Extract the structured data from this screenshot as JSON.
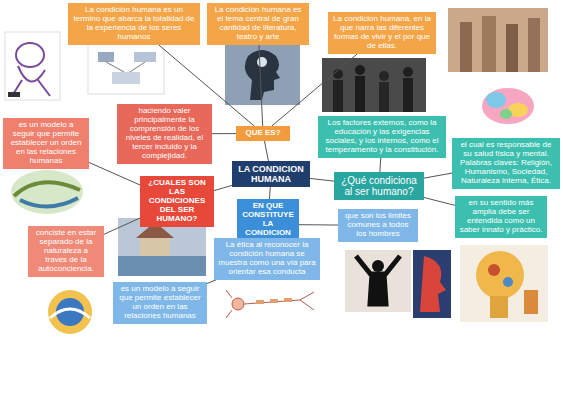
{
  "diagram": {
    "nodes": [
      {
        "text": [
          "LA CONDICION HUMANA"
        ]
      },
      {
        "text": [
          "QUE ES?"
        ]
      },
      {
        "text": [
          "La condición humana es un termino que abarca la totalidad de la experiencia de los seres humanos"
        ]
      },
      {
        "text": [
          "La condición humana es el tema central de gran cantidad de literatura, teatro y arte"
        ]
      },
      {
        "text": [
          "La condicion humana, en la que narra las diferentes formas de vivir y el por que de ellas."
        ]
      },
      {
        "text": [
          "haciendo valer principalmente la comprensión de los niveles de realidad, el tercer incluido y la complejidad."
        ]
      },
      {
        "text": [
          "¿CUALES SON LAS CONDICIONES DEL SER HUMANO?"
        ]
      },
      {
        "text": [
          "es un modelo a seguir que permite establecer un orden en las relaciones humanas"
        ]
      },
      {
        "text": [
          "conciste en estar separado de la naturaleza a traves de la autoconciencia."
        ]
      },
      {
        "text": [
          "EN QUE CONSTITUYE LA CONDICION HUMANA?"
        ]
      },
      {
        "text": [
          "que son los limites comunes a todos los hombres"
        ]
      },
      {
        "text": [
          "La ética al reconocer la condición humana se muestra como una vía para orientar esa conducta"
        ]
      },
      {
        "text": [
          "es un modelo a seguir que permite establecer un orden en las relaciones humanas"
        ]
      },
      {
        "text": [
          "¿Qué condiciona al ser humano?"
        ]
      },
      {
        "text": [
          "Los factores externos, como la educación y las exigencias sociales, y los internos, como el temperamento y la constitución."
        ]
      },
      {
        "text": [
          "el cual es responsable de su salud física y mental. Palabras claves: Religión, Humanismo, Sociedad, Naturaleza interna, Ética."
        ]
      },
      {
        "text": [
          "en su sentido más amplia debe ser entendida como un saber innato y práctico."
        ]
      }
    ],
    "edges": [
      {
        "from": 0,
        "to": 1,
        "arrow": "none"
      },
      {
        "from": 1,
        "to": 2,
        "arrow": "none"
      },
      {
        "from": 1,
        "to": 3,
        "arrow": "none"
      },
      {
        "from": 1,
        "to": 4,
        "arrow": "none"
      },
      {
        "from": 1,
        "to": 5,
        "arrow": "none"
      },
      {
        "from": 0,
        "to": 6,
        "arrow": "none"
      },
      {
        "from": 6,
        "to": 7,
        "arrow": "none"
      },
      {
        "from": 6,
        "to": 8,
        "arrow": "none"
      },
      {
        "from": 0,
        "to": 9,
        "arrow": "none"
      },
      {
        "from": 9,
        "to": 10,
        "arrow": "none"
      },
      {
        "from": 9,
        "to": 11,
        "arrow": "none"
      },
      {
        "from": 11,
        "to": 12,
        "arrow": "none"
      },
      {
        "from": 0,
        "to": 13,
        "arrow": "none"
      },
      {
        "from": 13,
        "to": 14,
        "arrow": "none"
      },
      {
        "from": 13,
        "to": 15,
        "arrow": "none"
      },
      {
        "from": 13,
        "to": 16,
        "arrow": "none"
      }
    ]
  }
}
